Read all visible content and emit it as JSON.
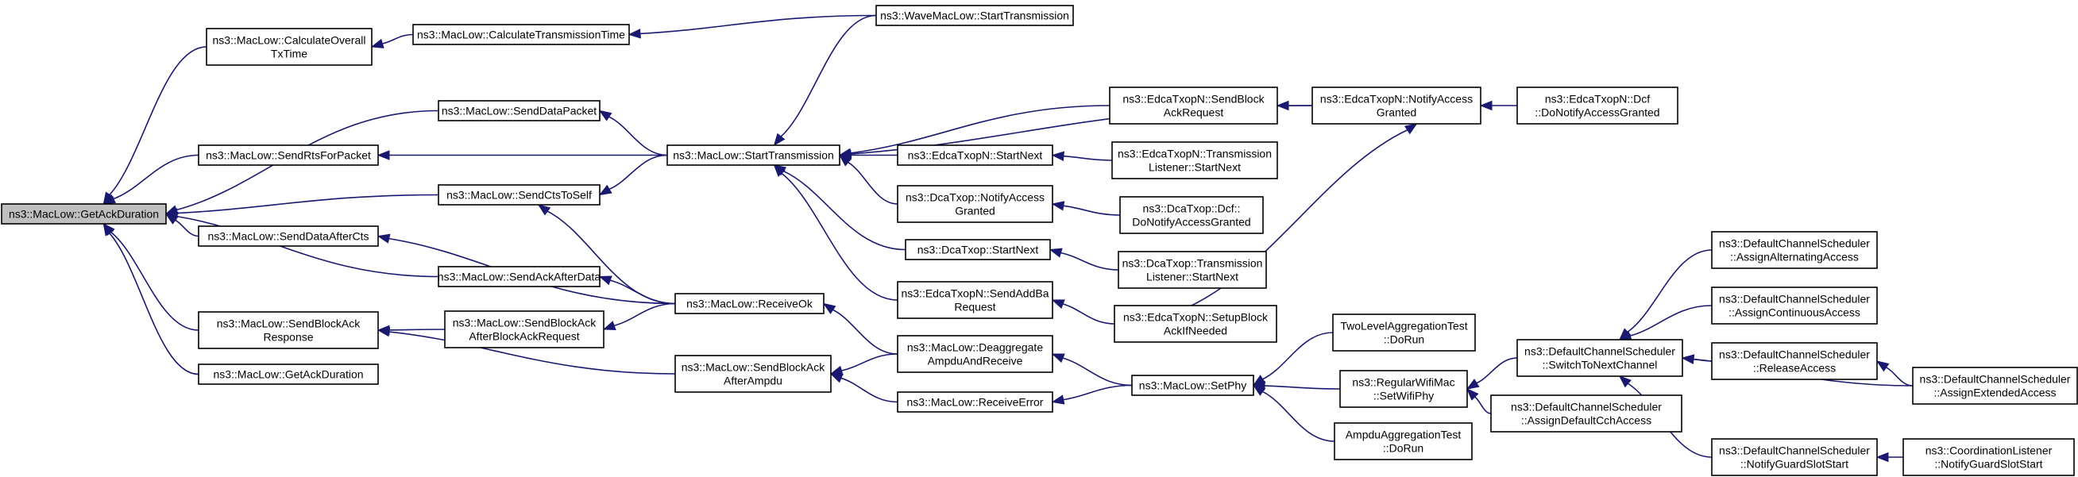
{
  "colors": {
    "edge": "#191970",
    "root_fill": "#bfbfbf",
    "node_fill": "#ffffff",
    "node_border": "#000000"
  },
  "nodes": {
    "getack": {
      "lines": [
        "ns3::MacLow::GetAckDuration"
      ]
    },
    "calcoverall": {
      "lines": [
        "ns3::MacLow::CalculateOverall",
        "TxTime"
      ]
    },
    "senddatapkt": {
      "lines": [
        "ns3::MacLow::SendDataPacket"
      ]
    },
    "sendrts": {
      "lines": [
        "ns3::MacLow::SendRtsForPacket"
      ]
    },
    "sendcts": {
      "lines": [
        "ns3::MacLow::SendCtsToSelf"
      ]
    },
    "senddataafter": {
      "lines": [
        "ns3::MacLow::SendDataAfterCts"
      ]
    },
    "sendackafter": {
      "lines": [
        "ns3::MacLow::SendAckAfterData"
      ]
    },
    "sendblockack": {
      "lines": [
        "ns3::MacLow::SendBlockAck",
        "Response"
      ]
    },
    "getack2": {
      "lines": [
        "ns3::MacLow::GetAckDuration"
      ]
    },
    "calctrans": {
      "lines": [
        "ns3::MacLow::CalculateTransmissionTime"
      ]
    },
    "starttrans": {
      "lines": [
        "ns3::MacLow::StartTransmission"
      ]
    },
    "sbaafterreq": {
      "lines": [
        "ns3::MacLow::SendBlockAck",
        "AfterBlockAckRequest"
      ]
    },
    "receiveok": {
      "lines": [
        "ns3::MacLow::ReceiveOk"
      ]
    },
    "sbaafterampdu": {
      "lines": [
        "ns3::MacLow::SendBlockAck",
        "AfterAmpdu"
      ]
    },
    "wavestart": {
      "lines": [
        "ns3::WaveMacLow::StartTransmission"
      ]
    },
    "edcasendblock": {
      "lines": [
        "ns3::EdcaTxopN::SendBlock",
        "AckRequest"
      ]
    },
    "edcastartnext": {
      "lines": [
        "ns3::EdcaTxopN::StartNext"
      ]
    },
    "dcanotify": {
      "lines": [
        "ns3::DcaTxop::NotifyAccess",
        "Granted"
      ]
    },
    "dcastartnext": {
      "lines": [
        "ns3::DcaTxop::StartNext"
      ]
    },
    "edcasendaddba": {
      "lines": [
        "ns3::EdcaTxopN::SendAddBa",
        "Request"
      ]
    },
    "deaggregate": {
      "lines": [
        "ns3::MacLow::Deaggregate",
        "AmpduAndReceive"
      ]
    },
    "receiveerror": {
      "lines": [
        "ns3::MacLow::ReceiveError"
      ]
    },
    "edcanotify": {
      "lines": [
        "ns3::EdcaTxopN::NotifyAccess",
        "Granted"
      ]
    },
    "edcatlstart": {
      "lines": [
        "ns3::EdcaTxopN::Transmission",
        "Listener::StartNext"
      ]
    },
    "dcadcfnotify": {
      "lines": [
        "ns3::DcaTxop::Dcf::",
        "DoNotifyAccessGranted"
      ]
    },
    "dcatlstart": {
      "lines": [
        "ns3::DcaTxop::Transmission",
        "Listener::StartNext"
      ]
    },
    "edcasetup": {
      "lines": [
        "ns3::EdcaTxopN::SetupBlock",
        "AckIfNeeded"
      ]
    },
    "setphy": {
      "lines": [
        "ns3::MacLow::SetPhy"
      ]
    },
    "edcadcf": {
      "lines": [
        "ns3::EdcaTxopN::Dcf",
        "::DoNotifyAccessGranted"
      ]
    },
    "twolevel": {
      "lines": [
        "TwoLevelAggregationTest",
        "::DoRun"
      ]
    },
    "regularwifi": {
      "lines": [
        "ns3::RegularWifiMac",
        "::SetWifiPhy"
      ]
    },
    "ampdutest": {
      "lines": [
        "AmpduAggregationTest",
        "::DoRun"
      ]
    },
    "switchnext": {
      "lines": [
        "ns3::DefaultChannelScheduler",
        "::SwitchToNextChannel"
      ]
    },
    "assigndefault": {
      "lines": [
        "ns3::DefaultChannelScheduler",
        "::AssignDefaultCchAccess"
      ]
    },
    "assignalt": {
      "lines": [
        "ns3::DefaultChannelScheduler",
        "::AssignAlternatingAccess"
      ]
    },
    "assigncont": {
      "lines": [
        "ns3::DefaultChannelScheduler",
        "::AssignContinuousAccess"
      ]
    },
    "release": {
      "lines": [
        "ns3::DefaultChannelScheduler",
        "::ReleaseAccess"
      ]
    },
    "notifyguard": {
      "lines": [
        "ns3::DefaultChannelScheduler",
        "::NotifyGuardSlotStart"
      ]
    },
    "assignext": {
      "lines": [
        "ns3::DefaultChannelScheduler",
        "::AssignExtendedAccess"
      ]
    },
    "coordlistener": {
      "lines": [
        "ns3::CoordinationListener",
        "::NotifyGuardSlotStart"
      ]
    }
  },
  "edges": [
    [
      "calcoverall",
      "getack"
    ],
    [
      "senddatapkt",
      "getack"
    ],
    [
      "sendrts",
      "getack"
    ],
    [
      "sendcts",
      "getack"
    ],
    [
      "senddataafter",
      "getack"
    ],
    [
      "sendackafter",
      "getack"
    ],
    [
      "sendblockack",
      "getack"
    ],
    [
      "getack2",
      "getack"
    ],
    [
      "calctrans",
      "calcoverall"
    ],
    [
      "starttrans",
      "senddatapkt"
    ],
    [
      "starttrans",
      "sendrts"
    ],
    [
      "starttrans",
      "sendcts"
    ],
    [
      "receiveok",
      "senddataafter"
    ],
    [
      "receiveok",
      "sendackafter"
    ],
    [
      "sbaafterreq",
      "sendblockack"
    ],
    [
      "sbaafterampdu",
      "sendblockack"
    ],
    [
      "receiveok",
      "sendcts"
    ],
    [
      "wavestart",
      "calctrans"
    ],
    [
      "wavestart",
      "starttrans"
    ],
    [
      "edcasendblock",
      "starttrans"
    ],
    [
      "edcanotify",
      "starttrans"
    ],
    [
      "edcastartnext",
      "starttrans"
    ],
    [
      "dcanotify",
      "starttrans"
    ],
    [
      "dcastartnext",
      "starttrans"
    ],
    [
      "edcasendaddba",
      "starttrans"
    ],
    [
      "receiveok",
      "sbaafterreq"
    ],
    [
      "deaggregate",
      "receiveok"
    ],
    [
      "deaggregate",
      "sbaafterampdu"
    ],
    [
      "receiveerror",
      "sbaafterampdu"
    ],
    [
      "edcanotify",
      "edcasendblock"
    ],
    [
      "edcatlstart",
      "edcastartnext"
    ],
    [
      "dcadcfnotify",
      "dcanotify"
    ],
    [
      "dcatlstart",
      "dcastartnext"
    ],
    [
      "edcasetup",
      "edcasendaddba"
    ],
    [
      "edcasetup",
      "edcanotify"
    ],
    [
      "setphy",
      "deaggregate"
    ],
    [
      "setphy",
      "receiveerror"
    ],
    [
      "edcadcf",
      "edcanotify"
    ],
    [
      "twolevel",
      "setphy"
    ],
    [
      "regularwifi",
      "setphy"
    ],
    [
      "ampdutest",
      "setphy"
    ],
    [
      "switchnext",
      "regularwifi"
    ],
    [
      "assigndefault",
      "regularwifi"
    ],
    [
      "assignalt",
      "switchnext"
    ],
    [
      "assigncont",
      "switchnext"
    ],
    [
      "release",
      "switchnext"
    ],
    [
      "notifyguard",
      "switchnext"
    ],
    [
      "assignext",
      "switchnext"
    ],
    [
      "assignext",
      "release"
    ],
    [
      "coordlistener",
      "notifyguard"
    ]
  ]
}
